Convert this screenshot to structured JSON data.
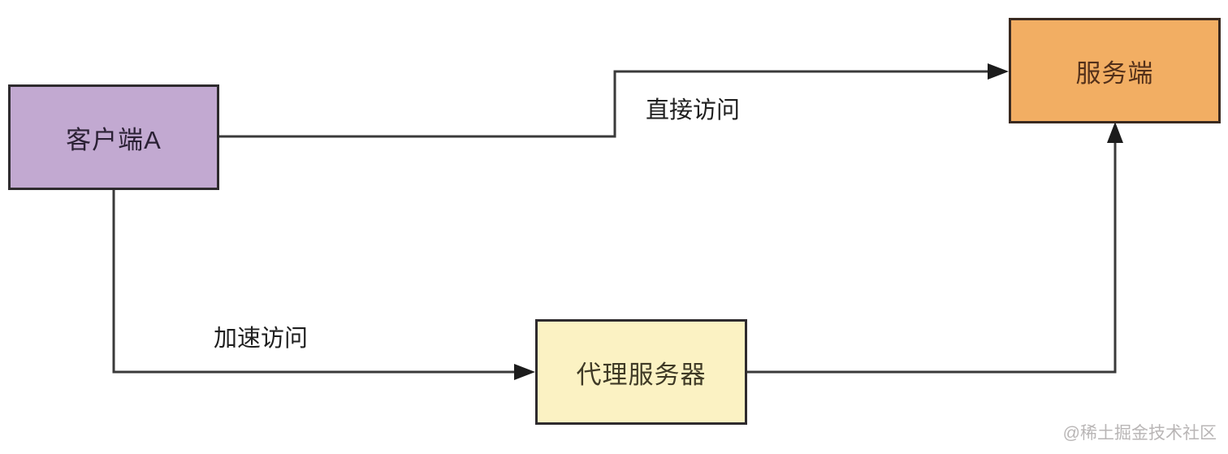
{
  "diagram": {
    "background_color": "#ffffff",
    "line_color": "#3a3a3a",
    "arrow_color": "#1c1c1c",
    "nodes": [
      {
        "id": "client-a",
        "label": "客户端A",
        "fill": "#c2a9d1",
        "border": "#2e2b2e",
        "text_color": "#2b2135"
      },
      {
        "id": "server",
        "label": "服务端",
        "fill": "#f2ae63",
        "border": "#3a2a20",
        "text_color": "#53301a"
      },
      {
        "id": "proxy-server",
        "label": "代理服务器",
        "fill": "#fbf2c3",
        "border": "#2e2b2e",
        "text_color": "#3f3a26"
      }
    ],
    "edges": [
      {
        "id": "direct-access",
        "label": "直接访问",
        "from": "client-a",
        "to": "server"
      },
      {
        "id": "accelerated-access",
        "label": "加速访问",
        "from": "client-a",
        "to": "proxy-server"
      },
      {
        "id": "proxy-to-server",
        "label": "",
        "from": "proxy-server",
        "to": "server"
      }
    ],
    "watermark": "@稀土掘金技术社区"
  }
}
